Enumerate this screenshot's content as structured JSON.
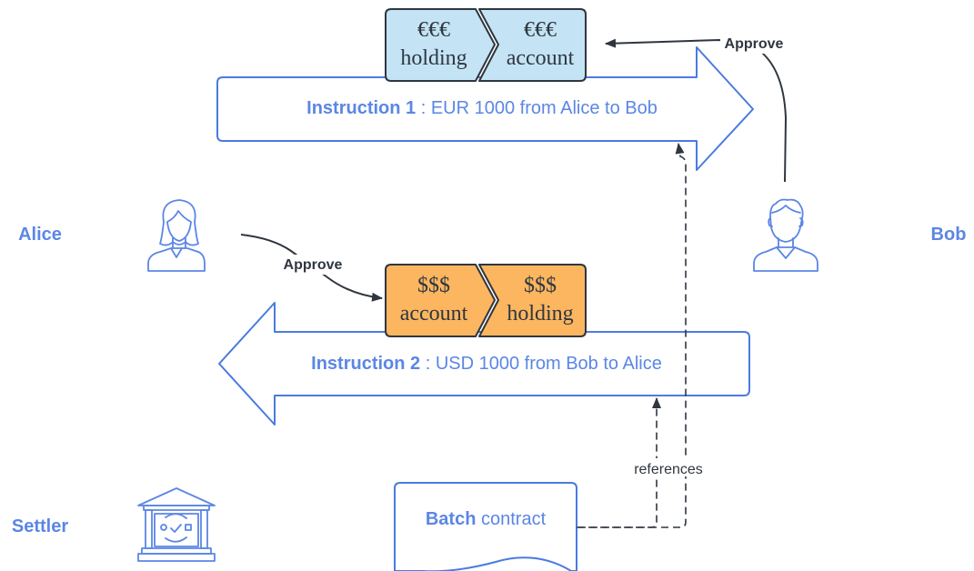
{
  "parties": {
    "alice": "Alice",
    "bob": "Bob",
    "settler": "Settler"
  },
  "instruction1": {
    "label": "Instruction 1",
    "detail": " : EUR 1000 from Alice to Bob",
    "token_left": [
      "€€€",
      "holding"
    ],
    "token_right": [
      "€€€",
      "account"
    ],
    "token_color": "#c4e4f5"
  },
  "instruction2": {
    "label": "Instruction 2",
    "detail": " : USD 1000 from Bob to Alice",
    "token_left": [
      "$$$",
      "account"
    ],
    "token_right": [
      "$$$",
      "holding"
    ],
    "token_color": "#fcb65f"
  },
  "edges": {
    "approve_bob": "Approve",
    "approve_alice": "Approve",
    "references": "references"
  },
  "batch": {
    "bold": "Batch",
    "rest": " contract"
  },
  "colors": {
    "accent": "#5b86e5",
    "outline": "#2f3640",
    "arrow_stroke": "#4a7be0"
  },
  "icons": {
    "alice": "woman-user-icon",
    "bob": "man-user-icon",
    "settler": "bank-building-icon"
  }
}
